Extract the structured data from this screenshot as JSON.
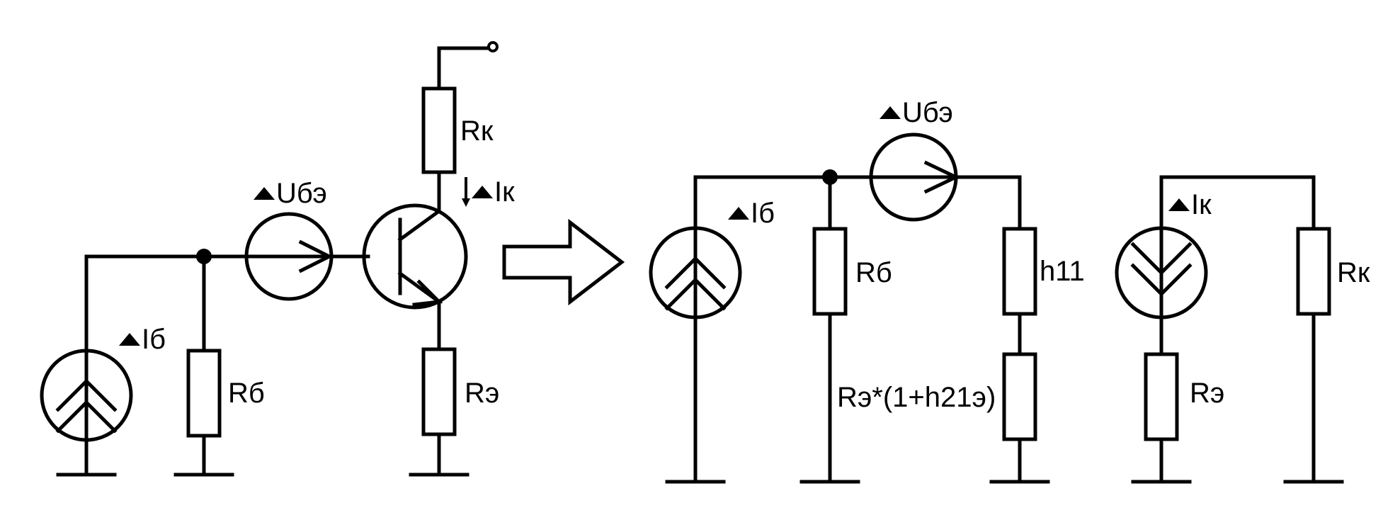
{
  "labels": {
    "left_ib": "Iб",
    "left_rb": "Rб",
    "left_ube": "Uбэ",
    "left_rk": "Rк",
    "left_ik": "Iк",
    "left_re": "Rэ",
    "right_ib": "Iб",
    "right_rb": "Rб",
    "right_ube": "Uбэ",
    "right_h11": "h11",
    "right_re_h21": "Rэ*(1+h21э)",
    "right_ik": "Iк",
    "right_re": "Rэ",
    "right_rk": "Rк"
  }
}
